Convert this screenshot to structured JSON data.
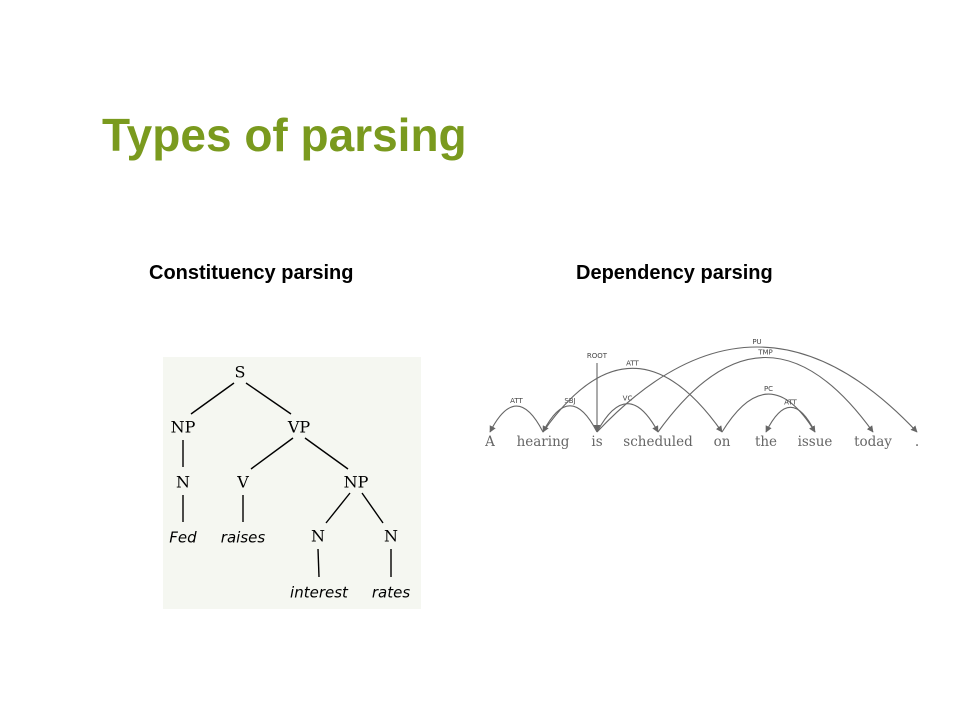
{
  "slide": {
    "title": "Types of parsing",
    "left_heading": "Constituency parsing",
    "right_heading": "Dependency parsing"
  },
  "colors": {
    "title": "#7a9a1e",
    "tree_background": "#f5f7f1",
    "dependency_lines": "#666666"
  },
  "constituency_tree": {
    "nodes": [
      {
        "id": "S",
        "label": "S",
        "kind": "category"
      },
      {
        "id": "NP1",
        "label": "NP",
        "kind": "category",
        "parent": "S"
      },
      {
        "id": "VP",
        "label": "VP",
        "kind": "category",
        "parent": "S"
      },
      {
        "id": "N1",
        "label": "N",
        "kind": "category",
        "parent": "NP1"
      },
      {
        "id": "V",
        "label": "V",
        "kind": "category",
        "parent": "VP"
      },
      {
        "id": "NP2",
        "label": "NP",
        "kind": "category",
        "parent": "VP"
      },
      {
        "id": "Fed",
        "label": "Fed",
        "kind": "word",
        "parent": "N1"
      },
      {
        "id": "raises",
        "label": "raises",
        "kind": "word",
        "parent": "V"
      },
      {
        "id": "N2",
        "label": "N",
        "kind": "category",
        "parent": "NP2"
      },
      {
        "id": "N3",
        "label": "N",
        "kind": "category",
        "parent": "NP2"
      },
      {
        "id": "interest",
        "label": "interest",
        "kind": "word",
        "parent": "N2"
      },
      {
        "id": "rates",
        "label": "rates",
        "kind": "word",
        "parent": "N3"
      }
    ]
  },
  "dependency_parse": {
    "words": [
      "A",
      "hearing",
      "is",
      "scheduled",
      "on",
      "the",
      "issue",
      "today",
      "."
    ],
    "root": {
      "label": "ROOT",
      "dependent": 2
    },
    "arcs": [
      {
        "head": 1,
        "dependent": 0,
        "label": "ATT"
      },
      {
        "head": 2,
        "dependent": 1,
        "label": "SBJ"
      },
      {
        "head": 2,
        "dependent": 3,
        "label": "VC"
      },
      {
        "head": 1,
        "dependent": 4,
        "label": "ATT"
      },
      {
        "head": 4,
        "dependent": 6,
        "label": "PC"
      },
      {
        "head": 6,
        "dependent": 5,
        "label": "ATT"
      },
      {
        "head": 3,
        "dependent": 7,
        "label": "TMP"
      },
      {
        "head": 2,
        "dependent": 8,
        "label": "PU"
      }
    ]
  }
}
